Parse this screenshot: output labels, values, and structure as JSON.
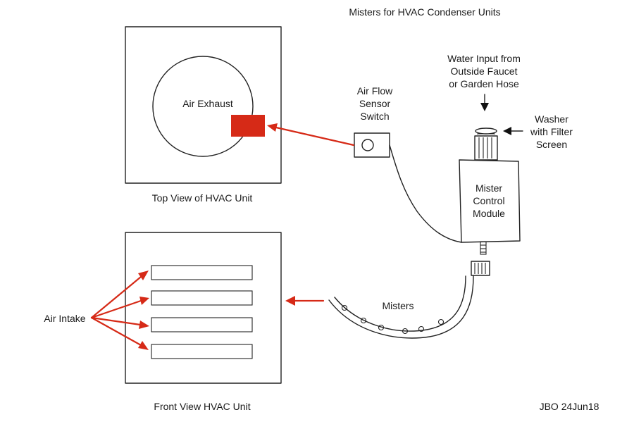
{
  "title": "Misters for HVAC Condenser Units",
  "labels": {
    "air_exhaust": "Air Exhaust",
    "top_view": "Top View of HVAC Unit",
    "front_view": "Front View HVAC Unit",
    "air_intake": "Air Intake",
    "air_flow_sensor": [
      "Air Flow",
      "Sensor",
      "Switch"
    ],
    "water_input": [
      "Water Input from",
      "Outside Faucet",
      "or Garden Hose"
    ],
    "washer": [
      "Washer",
      "with Filter",
      "Screen"
    ],
    "mister_module": [
      "Mister",
      "Control",
      "Module"
    ],
    "misters": "Misters",
    "signature": "JBO 24Jun18"
  },
  "colors": {
    "arrow_red": "#d62a17",
    "sensor_block": "#d62a17",
    "ink": "#222222"
  }
}
